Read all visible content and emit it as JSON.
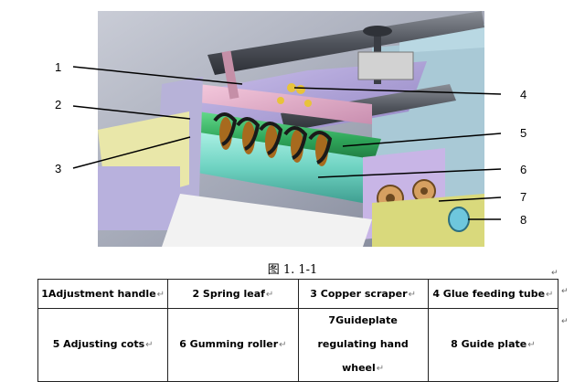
{
  "figure": {
    "caption": "图 1. 1-1",
    "callouts": [
      "1",
      "2",
      "3",
      "4",
      "5",
      "6",
      "7",
      "8"
    ]
  },
  "legend": {
    "rows": [
      [
        "1Adjustment handle",
        "2 Spring leaf",
        "3 Copper scraper",
        "4 Glue feeding tube"
      ],
      [
        "5 Adjusting cots",
        "6 Gumming roller",
        "7Guideplate regulating hand wheel",
        "8 Guide plate"
      ]
    ],
    "cell_mark": "↵",
    "row_end_mark": "↵"
  }
}
